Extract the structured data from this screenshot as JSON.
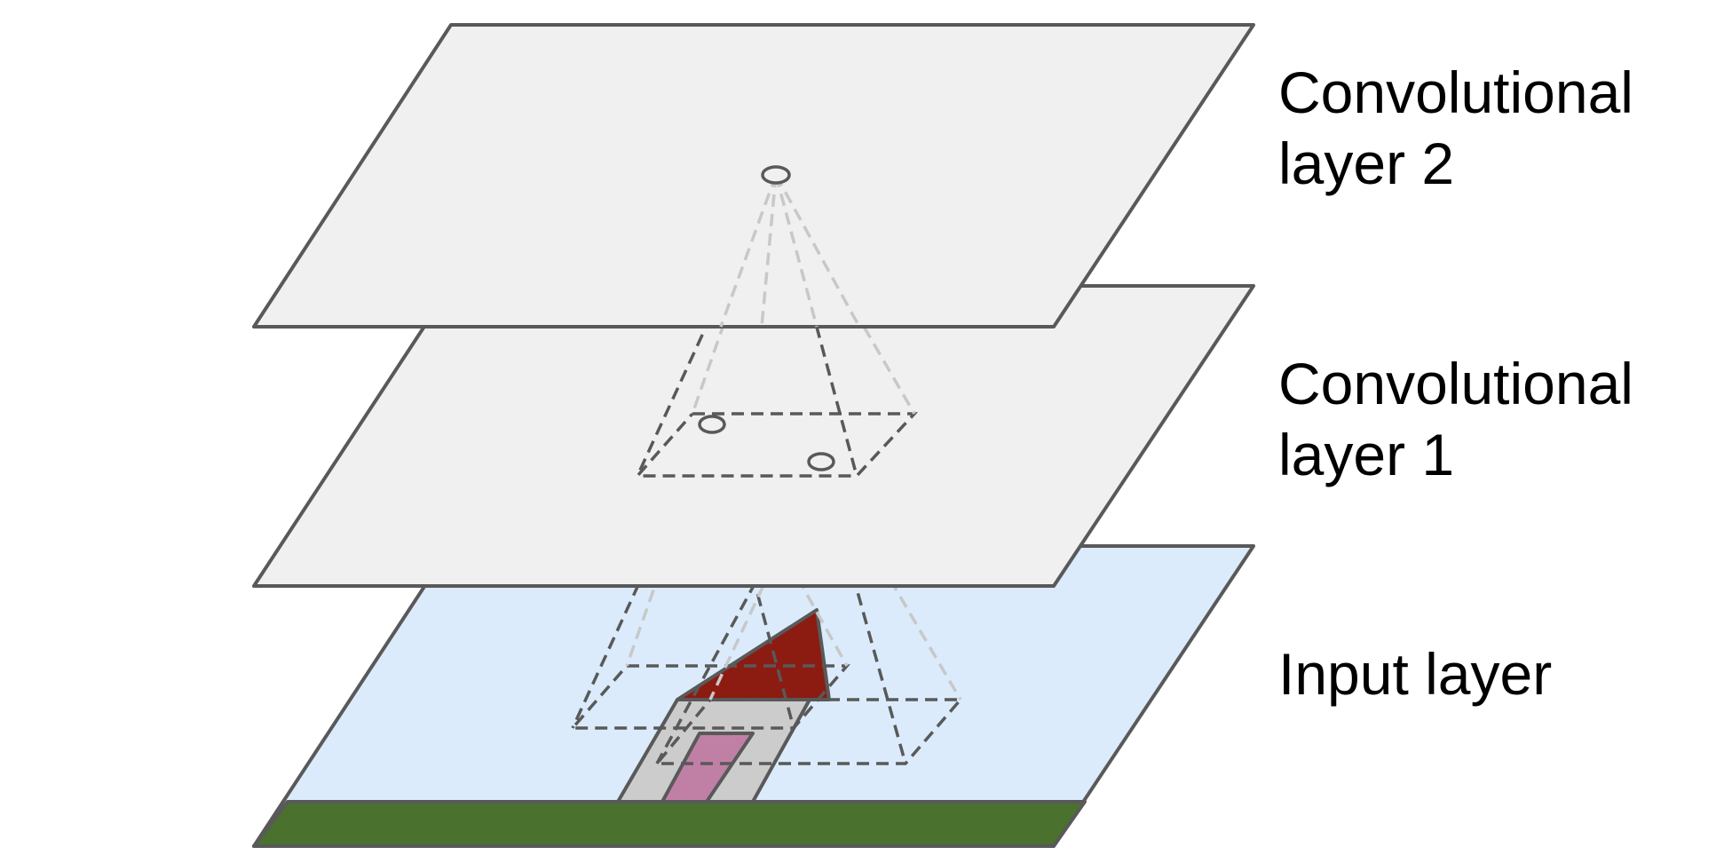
{
  "labels": {
    "conv2_line1": "Convolutional",
    "conv2_line2": "layer 2",
    "conv1_line1": "Convolutional",
    "conv1_line2": "layer 1",
    "input": "Input layer"
  },
  "colors": {
    "plane_fill": "#f0f0f0",
    "plane_stroke": "#595959",
    "input_fill": "#dbebfb",
    "ground_fill": "#4a712d",
    "roof_fill": "#8c1b12",
    "wall_fill": "#cccccc",
    "door_fill": "#c080a6",
    "dash_dark": "#595959",
    "dash_light": "#c8c8c8"
  }
}
